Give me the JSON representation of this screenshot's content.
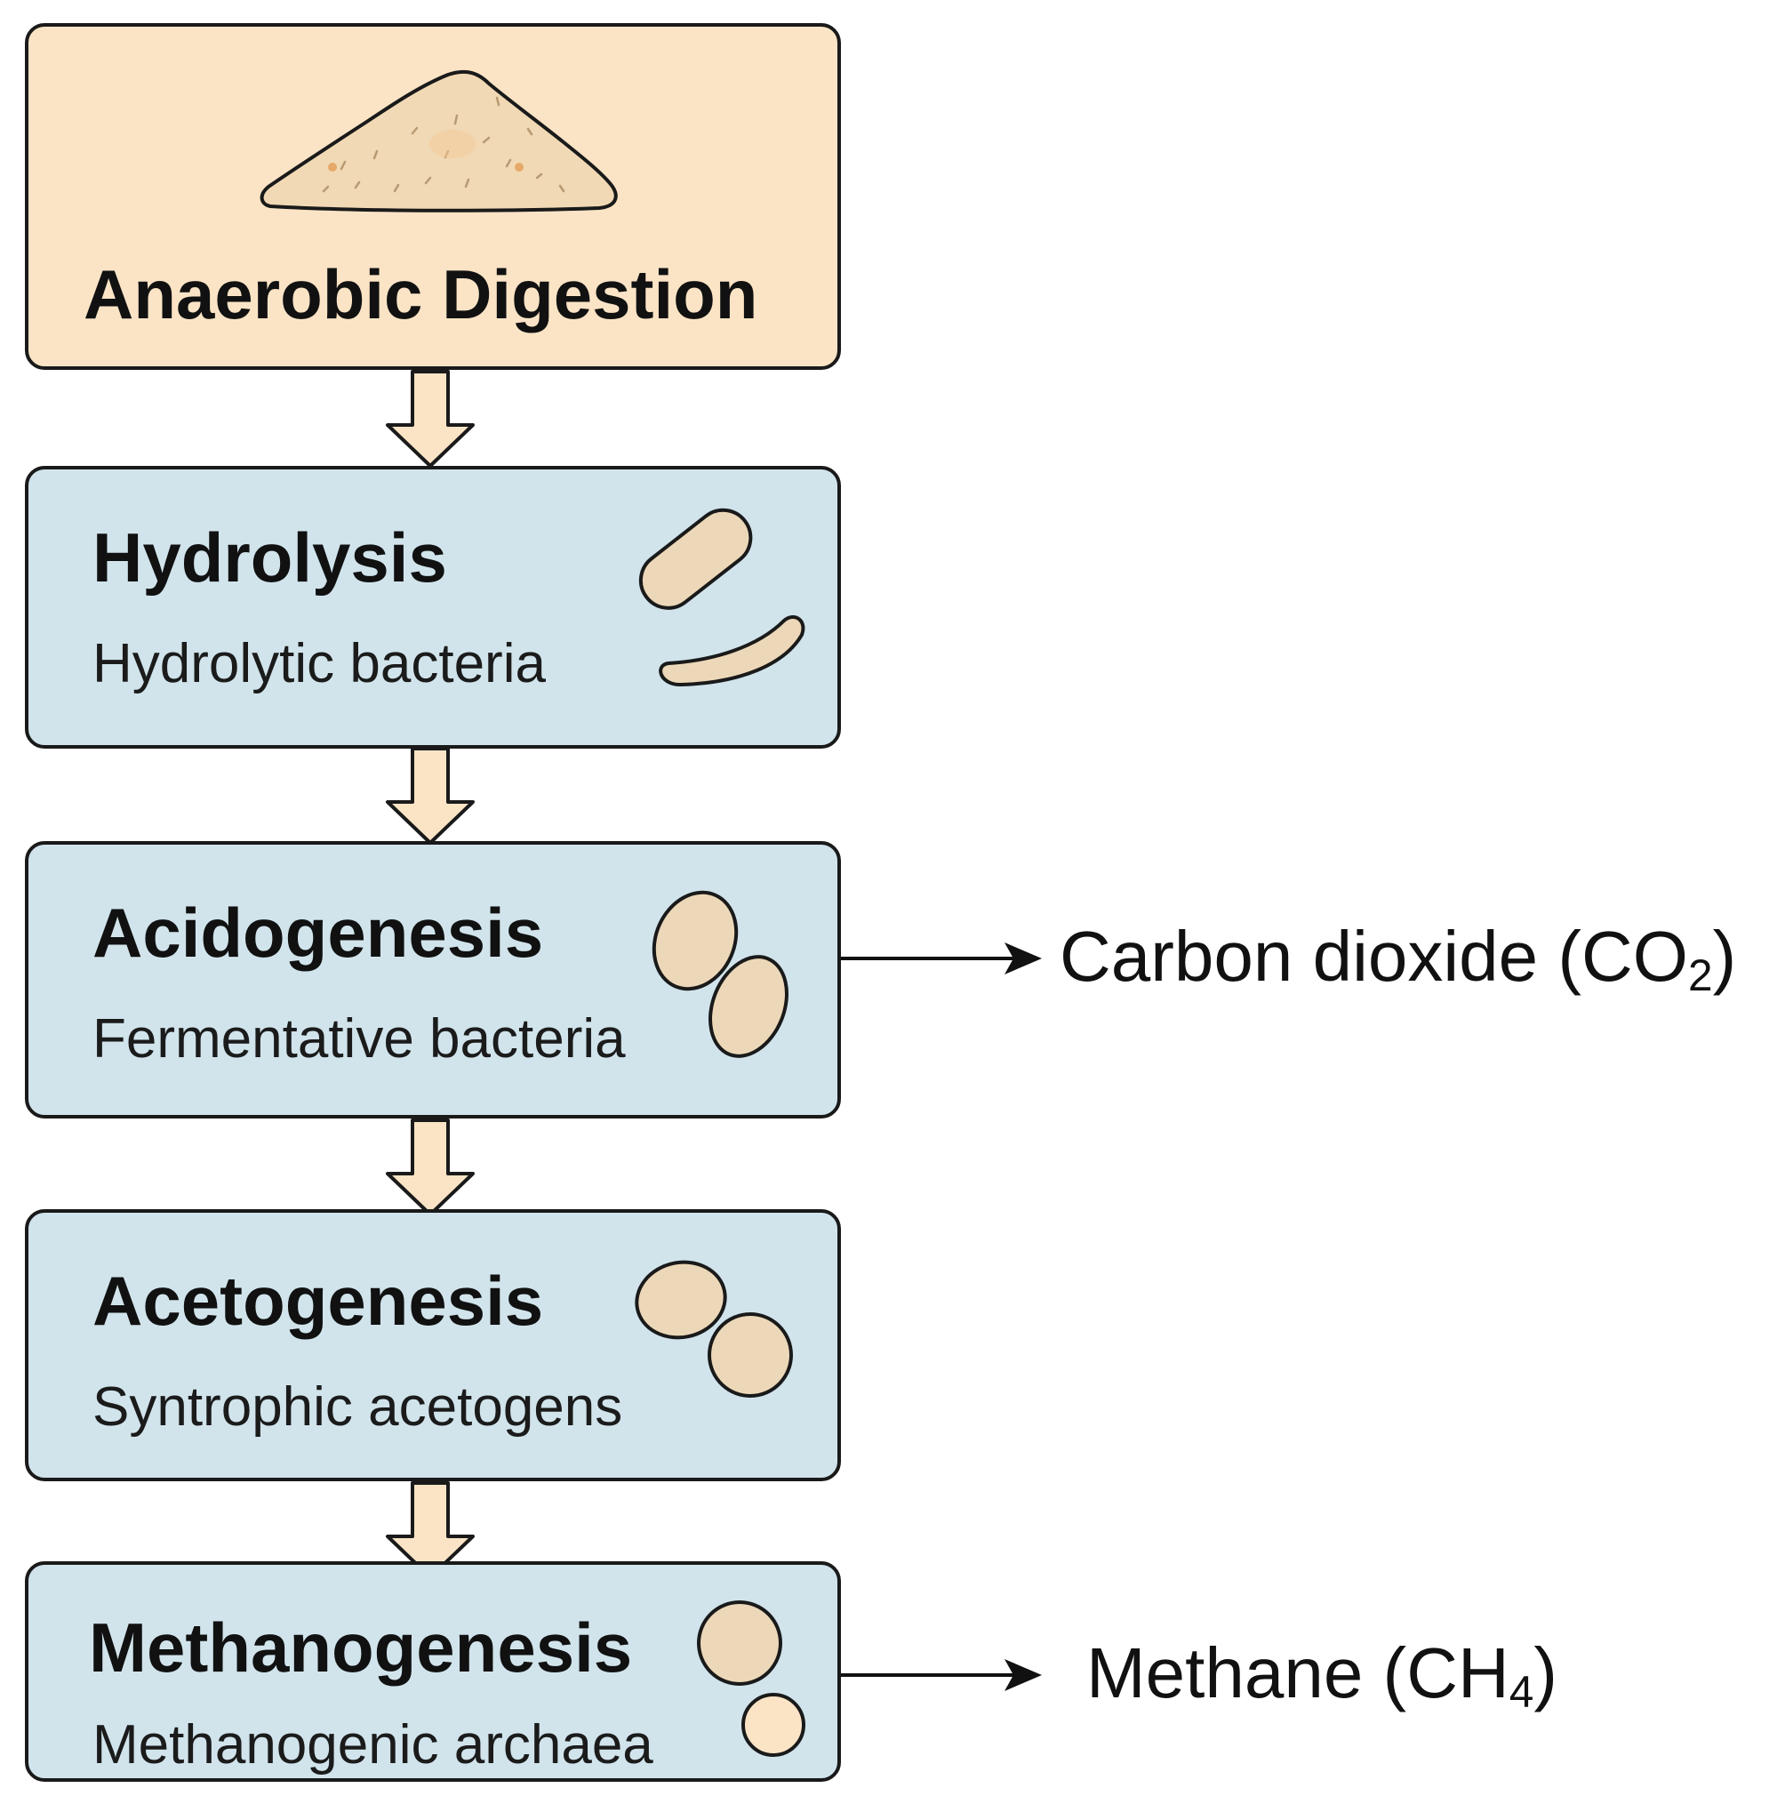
{
  "diagram": {
    "header": {
      "title": "Anaerobic Digestion",
      "icon": "organic-matter-pile-icon"
    },
    "stages": [
      {
        "title": "Hydrolysis",
        "organism": "Hydrolytic bacteria",
        "icon": "rod-bacteria-icon"
      },
      {
        "title": "Acidogenesis",
        "organism": "Fermentative bacteria",
        "icon": "oval-bacteria-icon"
      },
      {
        "title": "Acetogenesis",
        "organism": "Syntrophic acetogens",
        "icon": "oval-bacteria-icon"
      },
      {
        "title": "Methanogenesis",
        "organism": "Methanogenic archaea",
        "icon": "coccus-archaea-icon"
      }
    ],
    "outputs": {
      "co2": {
        "label": "Carbon dioxide (CO",
        "subscript": "2",
        "suffix": ")"
      },
      "ch4": {
        "label": "Methane (CH",
        "subscript": "4",
        "suffix": ")"
      }
    },
    "colors": {
      "header_fill": "#fbe4c6",
      "stage_fill": "#d1e4ec",
      "arrow_fill": "#fbe4c6",
      "microbe_fill": "#ecd8b8",
      "outline": "#1a1a1a"
    }
  }
}
